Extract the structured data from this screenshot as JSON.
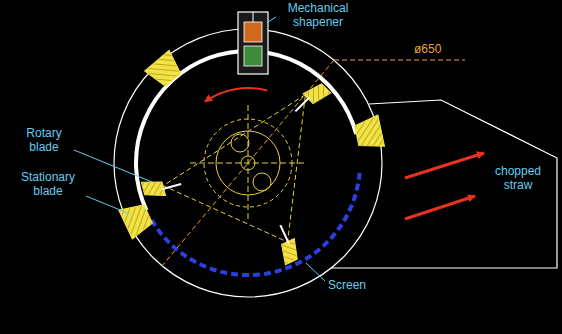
{
  "diagram": {
    "labels": [
      "Mechanical shapener",
      "ø650",
      "Rotary blade",
      "Stationary blade",
      "Screen",
      "chopped straw"
    ]
  }
}
